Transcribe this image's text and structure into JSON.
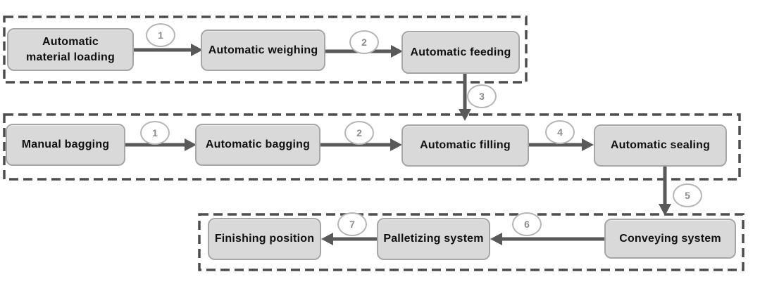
{
  "diagram": {
    "type": "flowchart",
    "description": "Automated bagging process flow with three dashed group lanes",
    "rows": [
      {
        "name": "material-preparation-lane",
        "nodes": [
          {
            "label": "Automatic\nmaterial loading"
          },
          {
            "label": "Automatic weighing"
          },
          {
            "label": "Automatic feeding"
          }
        ],
        "steps": [
          "1",
          "2"
        ]
      },
      {
        "name": "bagging-lane",
        "nodes": [
          {
            "label": "Manual bagging"
          },
          {
            "label": "Automatic bagging"
          },
          {
            "label": "Automatic filling"
          },
          {
            "label": "Automatic sealing"
          }
        ],
        "steps": [
          "1",
          "2",
          "4"
        ]
      },
      {
        "name": "palletizing-lane",
        "nodes": [
          {
            "label": "Finishing position"
          },
          {
            "label": "Palletizing system"
          },
          {
            "label": "Conveying system"
          }
        ],
        "steps": [
          "7",
          "6"
        ]
      }
    ],
    "row_connectors": [
      {
        "from": "Automatic feeding",
        "to": "Automatic filling",
        "step": "3"
      },
      {
        "from": "Automatic sealing",
        "to": "Conveying system",
        "step": "5"
      }
    ],
    "colors": {
      "node_fill": "#d9d9d9",
      "node_border": "#a6a6a6",
      "node_text": "#111111",
      "arrow": "#595959",
      "lane_dash_border": "#4d4d4d",
      "step_circle_fill": "#ffffff",
      "step_circle_border": "#b5b5b5",
      "step_number_text": "#8c8c8c",
      "background": "#ffffff"
    }
  }
}
